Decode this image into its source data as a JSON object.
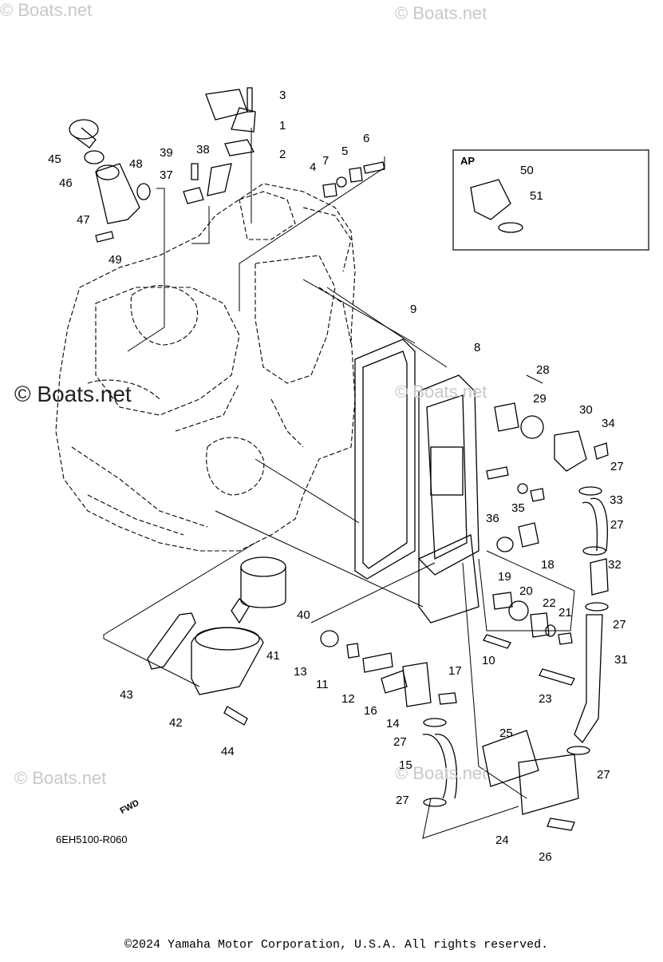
{
  "watermarks": {
    "top_left": "© Boats.net",
    "top_right": "© Boats.net",
    "mid_left": "© Boats.net",
    "mid_right": "© Boats.net",
    "bottom_left": "© Boats.net",
    "bottom_right": "© Boats.net"
  },
  "diagram": {
    "code": "6EH5100-R060",
    "inset_label": "AP",
    "fwd_label": "FWD",
    "callouts": [
      "1",
      "2",
      "3",
      "4",
      "5",
      "6",
      "7",
      "8",
      "9",
      "10",
      "11",
      "12",
      "13",
      "14",
      "15",
      "16",
      "17",
      "18",
      "19",
      "20",
      "21",
      "22",
      "23",
      "24",
      "25",
      "26",
      "27",
      "28",
      "29",
      "30",
      "31",
      "32",
      "33",
      "34",
      "35",
      "36",
      "37",
      "38",
      "39",
      "40",
      "41",
      "42",
      "43",
      "44",
      "45",
      "46",
      "47",
      "48",
      "49",
      "50",
      "51"
    ]
  },
  "footer": {
    "copyright": "©2024 Yamaha Motor Corporation, U.S.A. All rights reserved."
  }
}
